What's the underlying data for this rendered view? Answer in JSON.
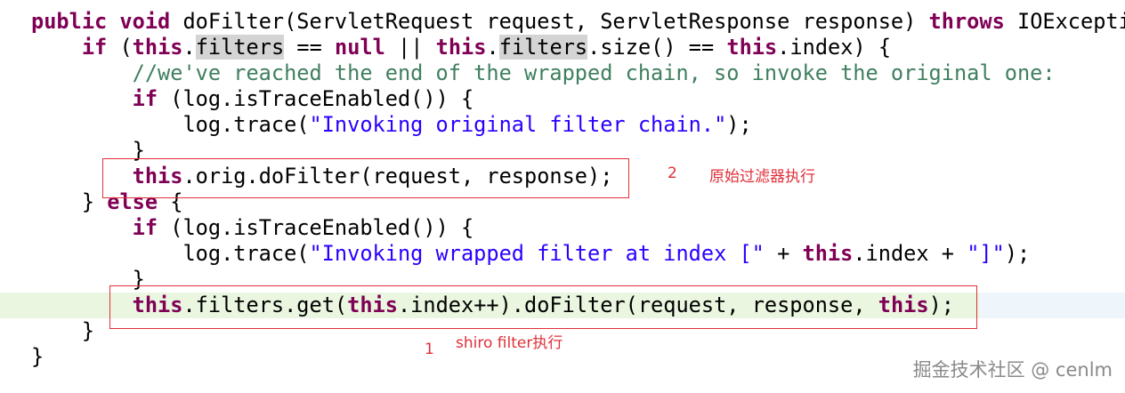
{
  "code": {
    "lines": [
      [
        {
          "t": "public void ",
          "c": "kw"
        },
        {
          "t": "doFilter(ServletRequest request, ServletResponse response) ",
          "c": ""
        },
        {
          "t": "throws",
          "c": "kw"
        },
        {
          "t": " IOExceptio",
          "c": ""
        }
      ],
      [
        {
          "t": "    ",
          "c": ""
        },
        {
          "t": "if",
          "c": "kw"
        },
        {
          "t": " (",
          "c": ""
        },
        {
          "t": "this",
          "c": "kw"
        },
        {
          "t": ".",
          "c": ""
        },
        {
          "t": "filters",
          "c": "occ"
        },
        {
          "t": " == ",
          "c": ""
        },
        {
          "t": "null",
          "c": "kw"
        },
        {
          "t": " || ",
          "c": ""
        },
        {
          "t": "this",
          "c": "kw"
        },
        {
          "t": ".",
          "c": ""
        },
        {
          "t": "filters",
          "c": "occ"
        },
        {
          "t": ".size() == ",
          "c": ""
        },
        {
          "t": "this",
          "c": "kw"
        },
        {
          "t": ".index) {",
          "c": ""
        }
      ],
      [
        {
          "t": "        ",
          "c": ""
        },
        {
          "t": "//we've reached the end of the wrapped chain, so invoke the original one:",
          "c": "cmt"
        }
      ],
      [
        {
          "t": "        ",
          "c": ""
        },
        {
          "t": "if",
          "c": "kw"
        },
        {
          "t": " (log.isTraceEnabled()) {",
          "c": ""
        }
      ],
      [
        {
          "t": "            log.trace(",
          "c": ""
        },
        {
          "t": "\"Invoking original filter chain.\"",
          "c": "str"
        },
        {
          "t": ");",
          "c": ""
        }
      ],
      [
        {
          "t": "        }",
          "c": ""
        }
      ],
      [
        {
          "t": "        ",
          "c": ""
        },
        {
          "t": "this",
          "c": "kw"
        },
        {
          "t": ".orig.doFilter(request, response);",
          "c": ""
        }
      ],
      [
        {
          "t": "    } ",
          "c": ""
        },
        {
          "t": "else",
          "c": "kw"
        },
        {
          "t": " {",
          "c": ""
        }
      ],
      [
        {
          "t": "        ",
          "c": ""
        },
        {
          "t": "if",
          "c": "kw"
        },
        {
          "t": " (log.isTraceEnabled()) {",
          "c": ""
        }
      ],
      [
        {
          "t": "            log.trace(",
          "c": ""
        },
        {
          "t": "\"Invoking wrapped filter at index [\"",
          "c": "str"
        },
        {
          "t": " + ",
          "c": ""
        },
        {
          "t": "this",
          "c": "kw"
        },
        {
          "t": ".index + ",
          "c": ""
        },
        {
          "t": "\"]\"",
          "c": "str"
        },
        {
          "t": ");",
          "c": ""
        }
      ],
      [
        {
          "t": "        }",
          "c": ""
        }
      ],
      [
        {
          "t": "        ",
          "c": ""
        },
        {
          "t": "this",
          "c": "kw"
        },
        {
          "t": ".filters.get(",
          "c": ""
        },
        {
          "t": "this",
          "c": "kw"
        },
        {
          "t": ".index++).doFilter(request, response, ",
          "c": ""
        },
        {
          "t": "this",
          "c": "kw"
        },
        {
          "t": ");",
          "c": ""
        }
      ],
      [
        {
          "t": "    }",
          "c": ""
        }
      ],
      [
        {
          "t": "}",
          "c": ""
        }
      ]
    ]
  },
  "annotations": {
    "box2_number": "2",
    "box2_label": "原始过滤器执行",
    "box1_number": "1",
    "box1_label": "shiro filter执行"
  },
  "watermark": "掘金技术社区 @ cenlm",
  "colors": {
    "keyword": "#7f0055",
    "string": "#2a00ff",
    "comment": "#3f7f5f",
    "annotation": "#e0303a",
    "current_line": "#eaf6e0"
  }
}
